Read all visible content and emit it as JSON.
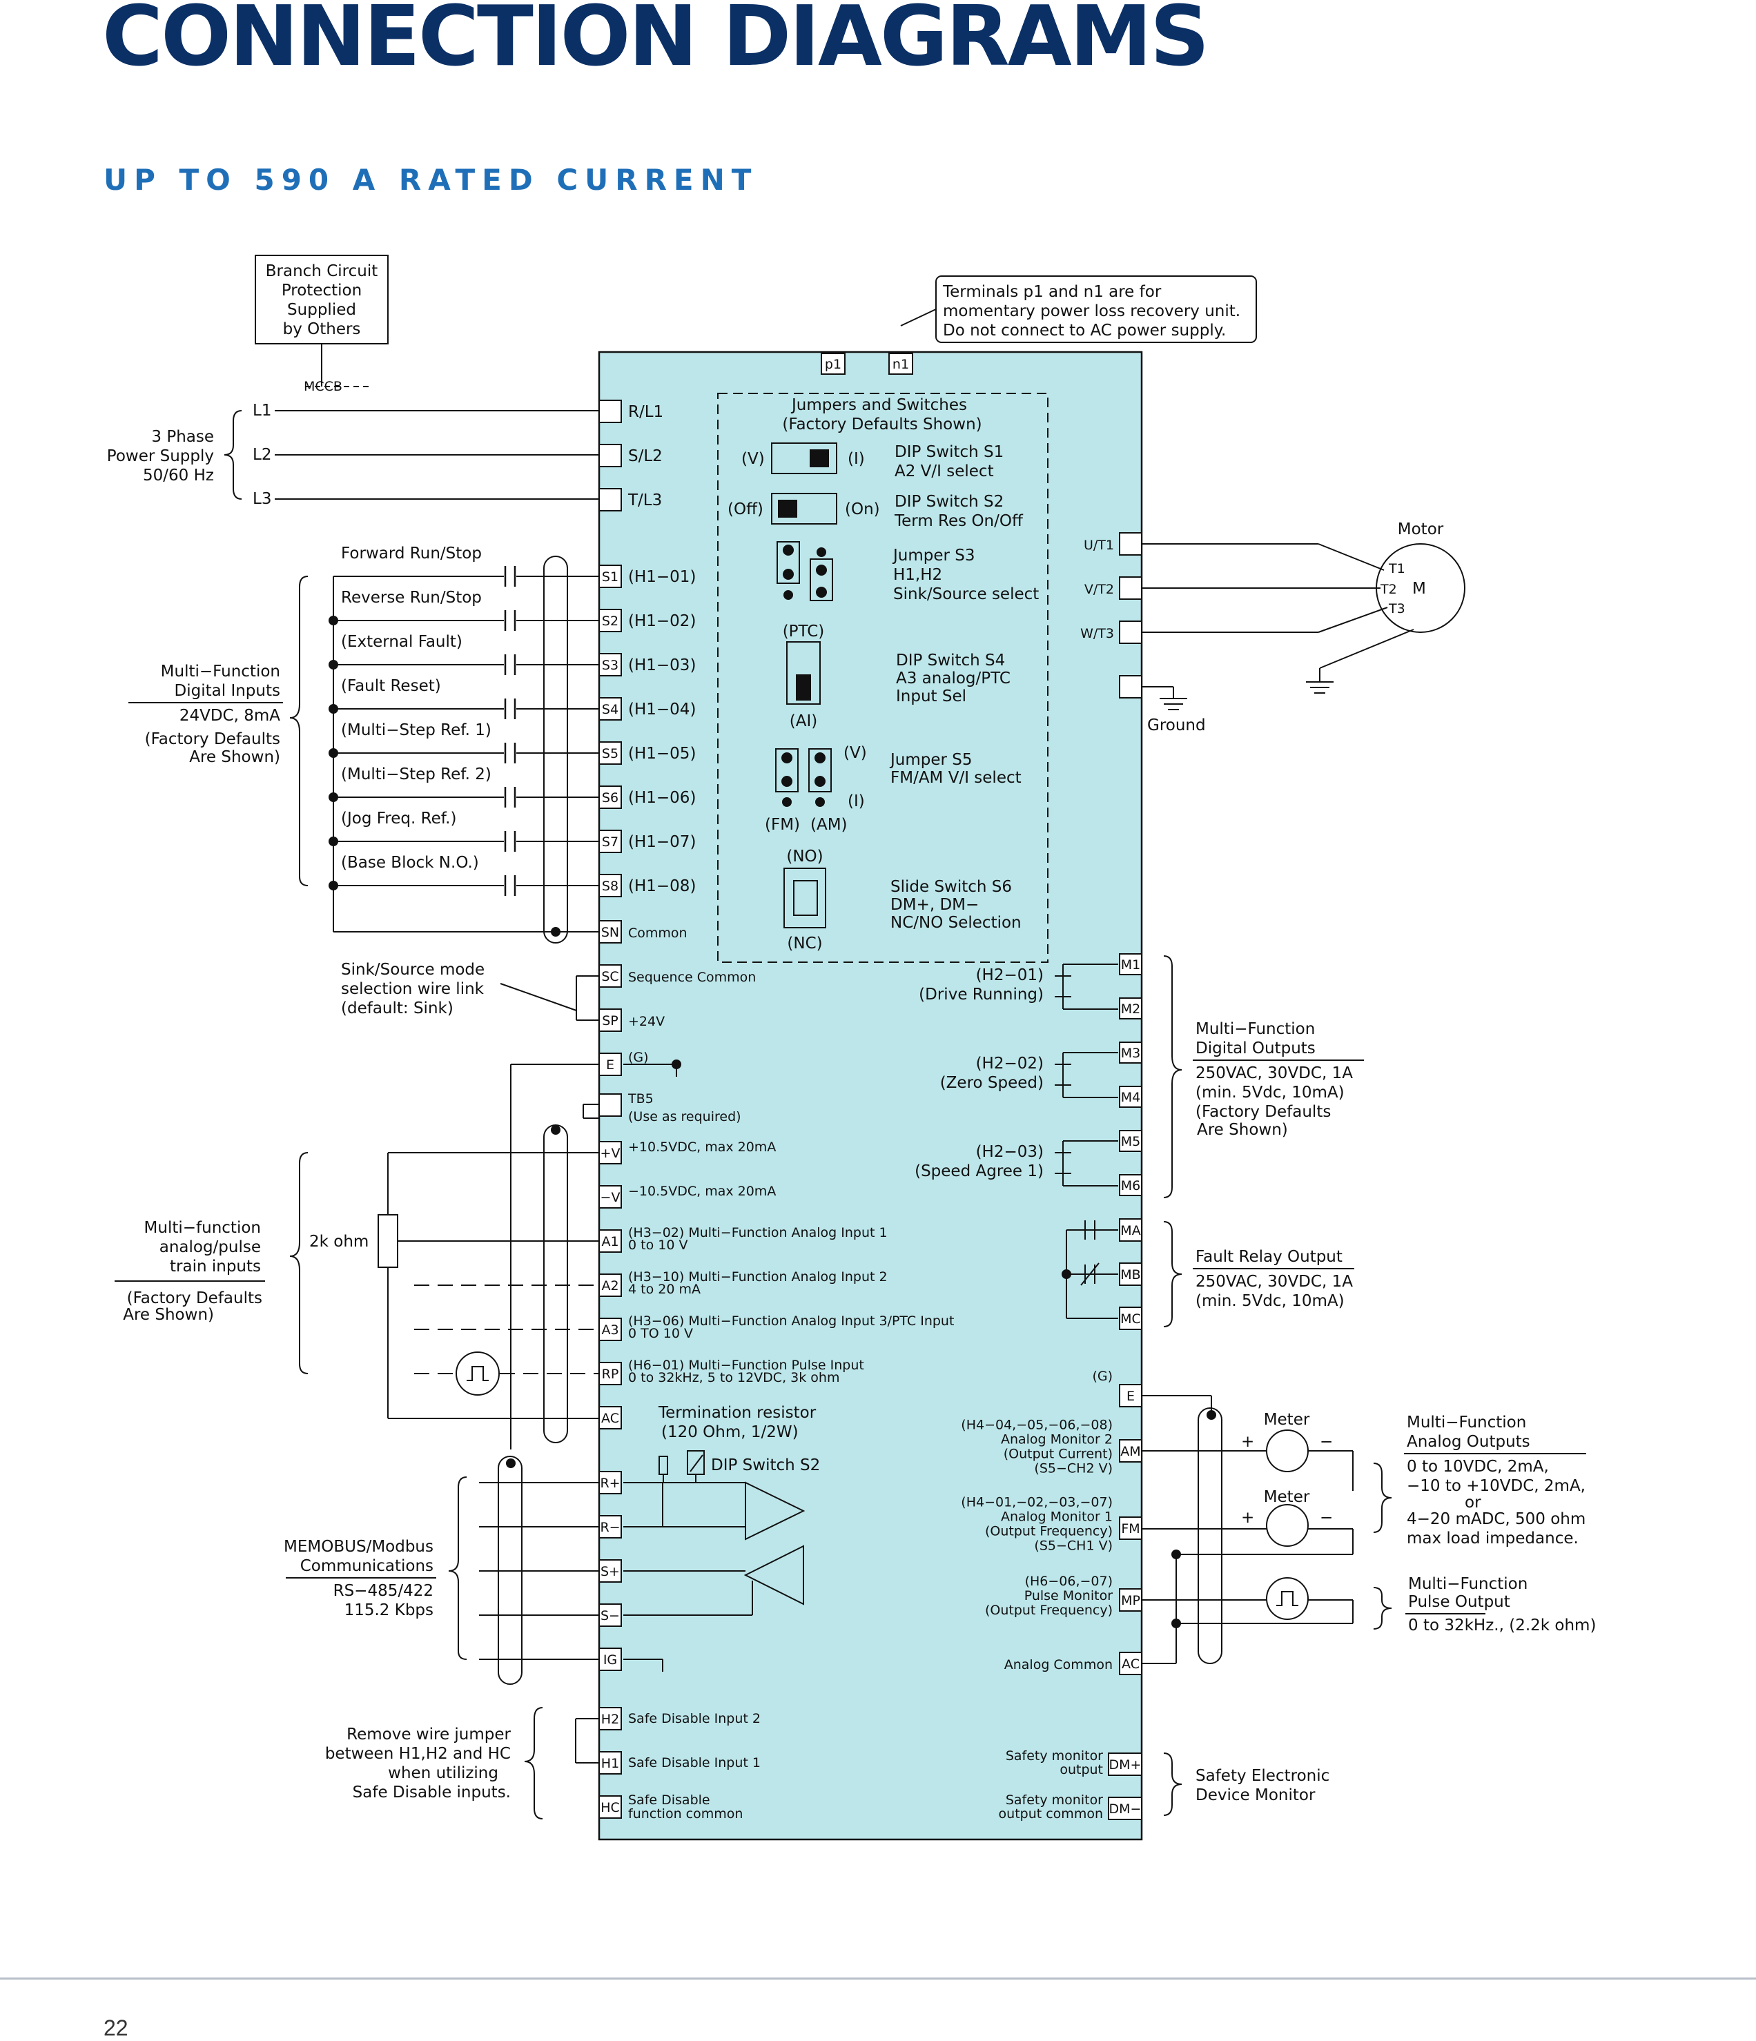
{
  "header": {
    "title": "CONNECTION DIAGRAMS",
    "subtitle": "UP TO 590 A RATED CURRENT"
  },
  "footer": {
    "page_number": "22"
  },
  "colors": {
    "title": "#0b3066",
    "subtitle": "#1f6fb8",
    "drive_fill": "#bde6ea"
  },
  "notes": {
    "branch": [
      "Branch Circuit",
      "Protection",
      "Supplied",
      "by Others"
    ],
    "pn_note": [
      "Terminals p1 and n1 are for",
      "momentary power loss recovery unit.",
      "Do not connect to AC power supply."
    ],
    "mccb": "MCCB",
    "supply": [
      "3 Phase",
      "Power Supply",
      "50/60 Hz"
    ],
    "lines": [
      "L1",
      "L2",
      "L3"
    ],
    "motor": "Motor",
    "motor_terms": [
      "T1",
      "T2",
      "M",
      "T3"
    ],
    "ground": "Ground",
    "jumpers_title": [
      "Jumpers and Switches",
      "(Factory Defaults Shown)"
    ],
    "s1": [
      "DIP Switch S1",
      "A2 V/I select"
    ],
    "s1_v": "(V)",
    "s1_i": "(I)",
    "s2": [
      "DIP Switch S2",
      "Term Res On/Off"
    ],
    "s2_off": "(Off)",
    "s2_on": "(On)",
    "s3": [
      "Jumper S3",
      "H1,H2",
      "Sink/Source select"
    ],
    "s4": [
      "DIP Switch S4",
      "A3 analog/PTC",
      "Input Sel"
    ],
    "s4_ptc": "(PTC)",
    "s4_ai": "(AI)",
    "s5": [
      "Jumper S5",
      "FM/AM V/I select"
    ],
    "s5_v": "(V)",
    "s5_i": "(I)",
    "s5_fm": "(FM)",
    "s5_am": "(AM)",
    "s6": [
      "Slide Switch S6",
      "DM+, DM−",
      "NC/NO Selection"
    ],
    "s6_no": "(NO)",
    "s6_nc": "(NC)",
    "sink_source": [
      "Sink/Source mode",
      "selection wire link",
      "(default: Sink)"
    ],
    "termination": [
      "Termination resistor",
      "(120 Ohm, 1/2W)"
    ],
    "dip_s2": "DIP Switch S2",
    "remove_jumper": [
      "Remove wire jumper",
      "between H1,H2 and HC",
      "when utilizing",
      "Safe Disable inputs."
    ],
    "two_k": "2k ohm",
    "meter": "Meter"
  },
  "left_groups": {
    "digital_inputs": [
      "Multi−Function",
      "Digital Inputs",
      "24VDC, 8mA",
      "(Factory Defaults",
      "Are Shown)"
    ],
    "analog_inputs": [
      "Multi−function",
      "analog/pulse",
      "train inputs",
      "(Factory Defaults",
      "Are Shown)"
    ],
    "memobus": [
      "MEMOBUS/Modbus",
      "Communications",
      "RS−485/422",
      "115.2 Kbps"
    ]
  },
  "right_groups": {
    "digital_outputs": [
      "Multi−Function",
      "Digital Outputs",
      "250VAC, 30VDC, 1A",
      "(min. 5Vdc, 10mA)",
      "(Factory Defaults",
      "Are Shown)"
    ],
    "fault_relay": [
      "Fault Relay Output",
      "250VAC, 30VDC, 1A",
      "(min. 5Vdc, 10mA)"
    ],
    "analog_outputs": [
      "Multi−Function",
      "Analog Outputs",
      "0 to 10VDC, 2mA,",
      "−10 to +10VDC, 2mA,",
      "or",
      "4−20 mADC, 500 ohm",
      "max load impedance."
    ],
    "pulse_output": [
      "Multi−Function",
      "Pulse Output",
      "0 to 32kHz., (2.2k ohm)"
    ],
    "safety_monitor": [
      "Safety Electronic",
      "Device Monitor"
    ]
  },
  "top_terminals": [
    "p1",
    "n1"
  ],
  "power_terminals": [
    "R/L1",
    "S/L2",
    "T/L3"
  ],
  "output_terminals": [
    "U/T1",
    "V/T2",
    "W/T3"
  ],
  "digital_inputs": [
    {
      "term": "S1",
      "param": "(H1−01)",
      "func": "Forward Run/Stop"
    },
    {
      "term": "S2",
      "param": "(H1−02)",
      "func": "Reverse Run/Stop"
    },
    {
      "term": "S3",
      "param": "(H1−03)",
      "func": "(External Fault)"
    },
    {
      "term": "S4",
      "param": "(H1−04)",
      "func": "(Fault Reset)"
    },
    {
      "term": "S5",
      "param": "(H1−05)",
      "func": "(Multi−Step Ref. 1)"
    },
    {
      "term": "S6",
      "param": "(H1−06)",
      "func": "(Multi−Step Ref. 2)"
    },
    {
      "term": "S7",
      "param": "(H1−07)",
      "func": "(Jog Freq. Ref.)"
    },
    {
      "term": "S8",
      "param": "(H1−08)",
      "func": "(Base Block N.O.)"
    }
  ],
  "common_terminals": [
    {
      "term": "SN",
      "label": "Common"
    },
    {
      "term": "SC",
      "label": "Sequence Common"
    },
    {
      "term": "SP",
      "label": "+24V"
    },
    {
      "term": "E",
      "label": "(G)"
    },
    {
      "term": "",
      "label": "TB5"
    },
    {
      "term": "",
      "label": "(Use as required)"
    }
  ],
  "analog_inputs": [
    {
      "term": "+V",
      "line1": "+10.5VDC, max 20mA",
      "line2": ""
    },
    {
      "term": "−V",
      "line1": "−10.5VDC, max 20mA",
      "line2": ""
    },
    {
      "term": "A1",
      "line1": "(H3−02) Multi−Function Analog Input 1",
      "line2": "0 to 10 V"
    },
    {
      "term": "A2",
      "line1": "(H3−10) Multi−Function Analog Input 2",
      "line2": "4 to 20 mA"
    },
    {
      "term": "A3",
      "line1": "(H3−06) Multi−Function Analog Input 3/PTC Input",
      "line2": "0 TO 10 V"
    },
    {
      "term": "RP",
      "line1": "(H6−01) Multi−Function Pulse Input",
      "line2": "0 to 32kHz, 5 to 12VDC, 3k ohm"
    },
    {
      "term": "AC",
      "line1": "",
      "line2": ""
    }
  ],
  "comm_terminals": [
    "R+",
    "R−",
    "S+",
    "S−",
    "IG"
  ],
  "safe_terminals": [
    {
      "term": "H2",
      "label": "Safe Disable Input 2"
    },
    {
      "term": "H1",
      "label": "Safe Disable Input 1"
    },
    {
      "term": "HC",
      "label": "Safe Disable",
      "label2": "function common"
    }
  ],
  "digital_outputs": [
    {
      "terms": [
        "M1",
        "M2"
      ],
      "param": "(H2−01)",
      "func": "(Drive Running)"
    },
    {
      "terms": [
        "M3",
        "M4"
      ],
      "param": "(H2−02)",
      "func": "(Zero Speed)"
    },
    {
      "terms": [
        "M5",
        "M6"
      ],
      "param": "(H2−03)",
      "func": "(Speed Agree 1)"
    }
  ],
  "fault_terms": [
    "MA",
    "MB",
    "MC"
  ],
  "analog_outputs": [
    {
      "term": "E",
      "lines": [
        "(G)"
      ]
    },
    {
      "term": "AM",
      "lines": [
        "(H4−04,−05,−06,−08)",
        "Analog Monitor 2",
        "(Output Current)",
        "(S5−CH2 V)"
      ]
    },
    {
      "term": "FM",
      "lines": [
        "(H4−01,−02,−03,−07)",
        "Analog Monitor 1",
        "(Output Frequency)",
        "(S5−CH1 V)"
      ]
    },
    {
      "term": "MP",
      "lines": [
        "(H6−06,−07)",
        "Pulse Monitor",
        "(Output Frequency)"
      ]
    },
    {
      "term": "AC",
      "lines": [
        "Analog Common"
      ]
    }
  ],
  "safety_outputs": [
    {
      "term": "DM+",
      "lines": [
        "Safety monitor",
        "output"
      ]
    },
    {
      "term": "DM−",
      "lines": [
        "Safety monitor",
        "output common"
      ]
    }
  ]
}
